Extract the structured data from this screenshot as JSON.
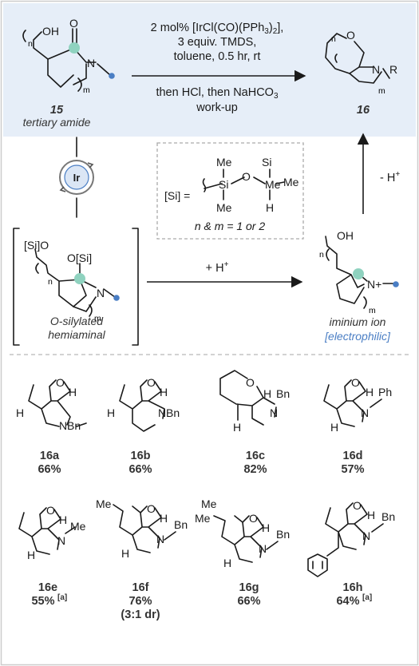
{
  "colors": {
    "reaction_panel": "#e6eef8",
    "border": "#cccccc",
    "accent_blue": "#4a7ec4",
    "highlight_green": "#8fd2bf",
    "text": "#1a1a1a",
    "label_grey": "#333333"
  },
  "reaction": {
    "starting_material": {
      "id": "15",
      "label": "tertiary amide",
      "atoms": [
        "OH",
        "O",
        "N",
        "n",
        "m"
      ]
    },
    "conditions": {
      "line1": "2 mol% [IrCl(CO)(PPh3)2],",
      "line2": "3 equiv. TMDS,",
      "line3": "toluene, 0.5 hr, rt",
      "line4": "then HCl, then NaHCO3",
      "line5": "work-up"
    },
    "product": {
      "id": "16",
      "atoms": [
        "O",
        "N",
        "R",
        "n",
        "m"
      ]
    }
  },
  "mechanism": {
    "catalyst_label": "Ir",
    "silyl_definition": {
      "prefix": "[Si] =",
      "atoms": [
        "Me",
        "Me",
        "Si",
        "O",
        "Si",
        "Me",
        "Me",
        "H"
      ],
      "note": "n & m = 1 or 2"
    },
    "hemiaminal": {
      "atoms": [
        "[Si]O",
        "O[Si]",
        "N",
        "n",
        "m"
      ],
      "label_line1": "O-silylated",
      "label_line2": "hemiaminal"
    },
    "protonation_label": "+ H+",
    "iminium": {
      "atoms": [
        "OH",
        "N+",
        "n",
        "m"
      ],
      "label": "iminium ion",
      "sublabel": "[electrophilic]"
    },
    "deprotonation_label": "- H+"
  },
  "products": [
    {
      "id": "16a",
      "yield": "66%",
      "atoms": [
        "O",
        "H",
        "N",
        "Bn",
        "H"
      ]
    },
    {
      "id": "16b",
      "yield": "66%",
      "atoms": [
        "O",
        "H",
        "N",
        "Bn",
        "H"
      ]
    },
    {
      "id": "16c",
      "yield": "82%",
      "atoms": [
        "O",
        "H",
        "N",
        "Bn",
        "H"
      ]
    },
    {
      "id": "16d",
      "yield": "57%",
      "atoms": [
        "O",
        "H",
        "N",
        "Ph",
        "H"
      ]
    },
    {
      "id": "16e",
      "yield": "55%",
      "yield_note": "[a]",
      "atoms": [
        "O",
        "H",
        "N",
        "Me",
        "H"
      ]
    },
    {
      "id": "16f",
      "yield": "76%",
      "extra": "(3:1 dr)",
      "atoms": [
        "Me",
        "O",
        "H",
        "N",
        "Bn",
        "H"
      ]
    },
    {
      "id": "16g",
      "yield": "66%",
      "atoms": [
        "Me",
        "Me",
        "O",
        "H",
        "N",
        "Bn",
        "H"
      ]
    },
    {
      "id": "16h",
      "yield": "64%",
      "yield_note": "[a]",
      "atoms": [
        "O",
        "H",
        "N",
        "Bn"
      ]
    }
  ]
}
